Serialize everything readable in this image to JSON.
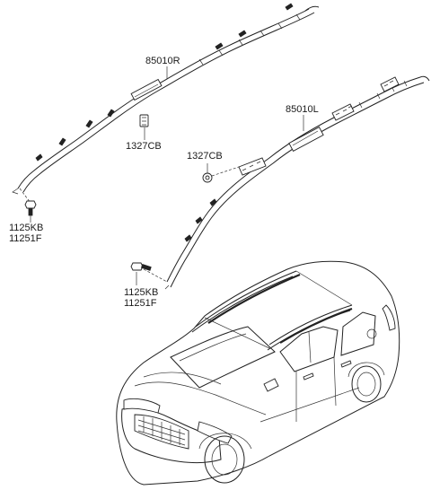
{
  "labels": {
    "airbag_right": "85010R",
    "clip_right": "1327CB",
    "bolt_right_1": "1125KB",
    "bolt_right_2": "11251F",
    "airbag_left": "85010L",
    "clip_left": "1327CB",
    "bolt_left_1": "1125KB",
    "bolt_left_2": "11251F"
  }
}
